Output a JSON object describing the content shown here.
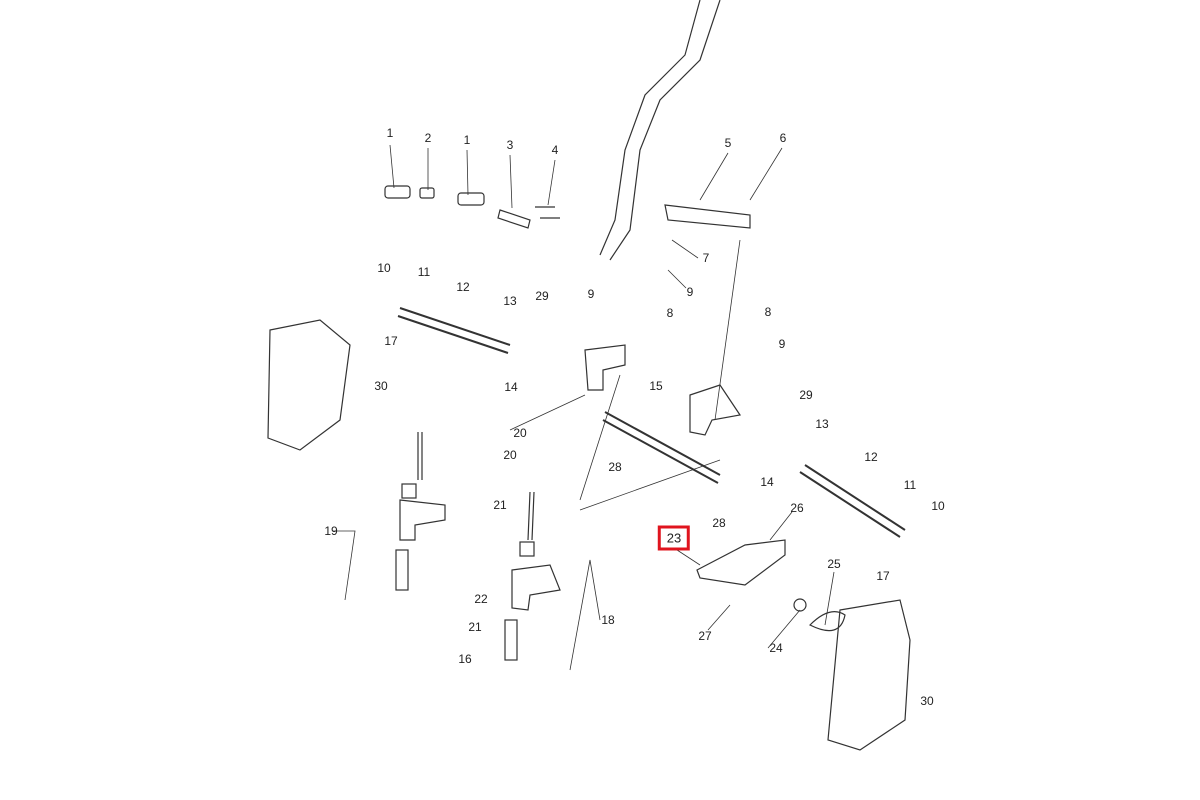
{
  "diagram": {
    "highlight_color": "#e0141e",
    "highlighted_callout": "23",
    "callouts": [
      "1",
      "2",
      "1",
      "3",
      "4",
      "5",
      "6",
      "7",
      "9",
      "10",
      "11",
      "12",
      "13",
      "29",
      "9",
      "8",
      "17",
      "30",
      "14",
      "15",
      "8",
      "9",
      "29",
      "13",
      "20",
      "28",
      "20",
      "12",
      "14",
      "28",
      "26",
      "11",
      "10",
      "21",
      "19",
      "23",
      "25",
      "17",
      "22",
      "18",
      "21",
      "27",
      "24",
      "16",
      "30"
    ]
  }
}
